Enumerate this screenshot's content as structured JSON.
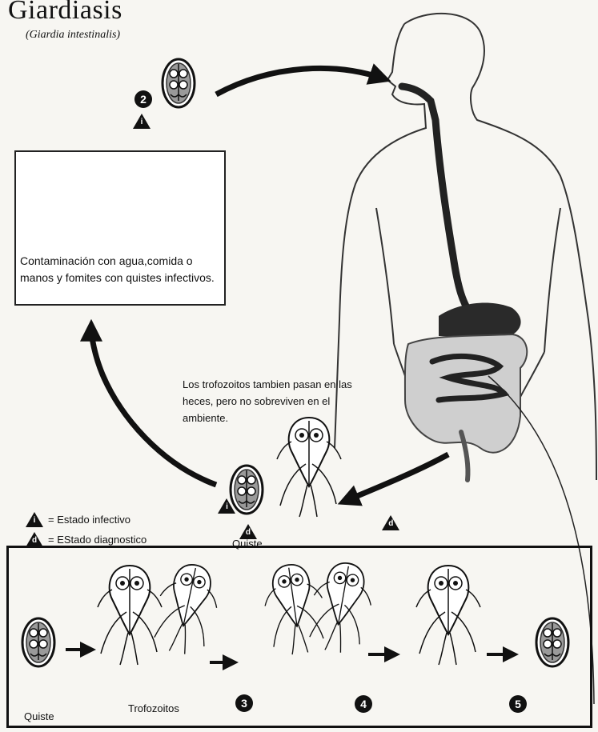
{
  "header": {
    "title": "Giardiasis",
    "subtitle": "(Giardia intestinalis)"
  },
  "transmission": {
    "text": "Contaminación con agua,comida o manos y fomites  con quistes infectivos."
  },
  "trophozoite_note": {
    "text": "Los trofozoitos tambien pasan en las heces, pero no sobreviven en el ambiente."
  },
  "legend": {
    "infective_symbol": "i",
    "infective_label": "= Estado infectivo",
    "diagnostic_symbol": "d",
    "diagnostic_label": "= EStado diagnostico"
  },
  "stages": {
    "step2": "2",
    "step3": "3",
    "step4": "4",
    "step5": "5",
    "cyst_label": "Quiste",
    "bottom_cyst_label": "Quiste",
    "trophozoites_label": "Trofozoitos"
  }
}
